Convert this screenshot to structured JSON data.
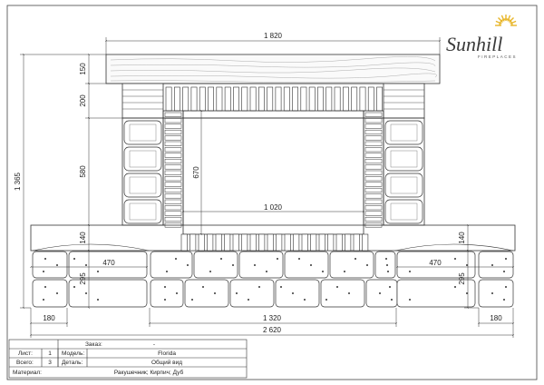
{
  "logo": {
    "name": "Sunhill",
    "subtitle": "FIREPLACES",
    "sun_color": "#e8b62a"
  },
  "dimensions": {
    "top_width": "1 820",
    "opening_width": "1 020",
    "base_inner_width": "1 320",
    "total_width": "2 620",
    "left_leg_width": "180",
    "right_leg_width": "180",
    "left_side_width": "470",
    "right_side_width": "470",
    "total_height": "1 365",
    "mantel_height": "150",
    "lintel_height": "200",
    "column_height": "580",
    "opening_height": "670",
    "left_plinth_height": "140",
    "right_plinth_height": "140",
    "left_base_height": "295",
    "right_base_height": "295"
  },
  "title_block": {
    "order_label": "Заказ:",
    "order_value": "-",
    "sheet_label": "Лист:",
    "sheet_value": "1",
    "model_label": "Модель:",
    "model_value": "Florida",
    "total_label": "Всего:",
    "total_value": "3",
    "detail_label": "Деталь:",
    "detail_value": "Общий вид",
    "material_label": "Материал:",
    "material_value": "Ракушечник; Кирпич; Дуб"
  }
}
